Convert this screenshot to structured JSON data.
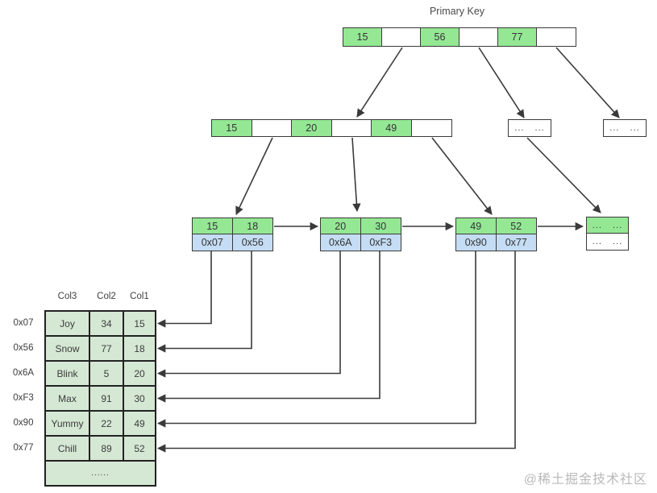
{
  "diagram_title": "Primary Key",
  "watermark": "@稀土掘金技术社区",
  "colors": {
    "key_cell_green": "#94e894",
    "pointer_cell_blue": "#c5ddf4",
    "table_cell_green": "#d5e8d4",
    "line_color": "#3a3a3a"
  },
  "tree": {
    "root": {
      "cells": [
        "15",
        "",
        "56",
        "",
        "77",
        ""
      ]
    },
    "internal": {
      "cells": [
        "15",
        "",
        "20",
        "",
        "49",
        ""
      ]
    },
    "overflow_nodes": [
      {
        "label": "... ..."
      },
      {
        "label": "... ..."
      }
    ],
    "leaves": [
      {
        "keys": [
          "15",
          "18"
        ],
        "pointers": [
          "0x07",
          "0x56"
        ]
      },
      {
        "keys": [
          "20",
          "30"
        ],
        "pointers": [
          "0x6A",
          "0xF3"
        ]
      },
      {
        "keys": [
          "49",
          "52"
        ],
        "pointers": [
          "0x90",
          "0x77"
        ]
      }
    ],
    "overflow_leaf": {
      "top": "... ...",
      "bottom": "... ..."
    }
  },
  "table": {
    "headers": [
      "Col3",
      "Col2",
      "Col1"
    ],
    "row_addresses": [
      "0x07",
      "0x56",
      "0x6A",
      "0xF3",
      "0x90",
      "0x77"
    ],
    "rows": [
      [
        "Joy",
        "34",
        "15"
      ],
      [
        "Snow",
        "77",
        "18"
      ],
      [
        "Blink",
        "5",
        "20"
      ],
      [
        "Max",
        "91",
        "30"
      ],
      [
        "Yummy",
        "22",
        "49"
      ],
      [
        "Chill",
        "89",
        "52"
      ]
    ],
    "footer": "......"
  }
}
